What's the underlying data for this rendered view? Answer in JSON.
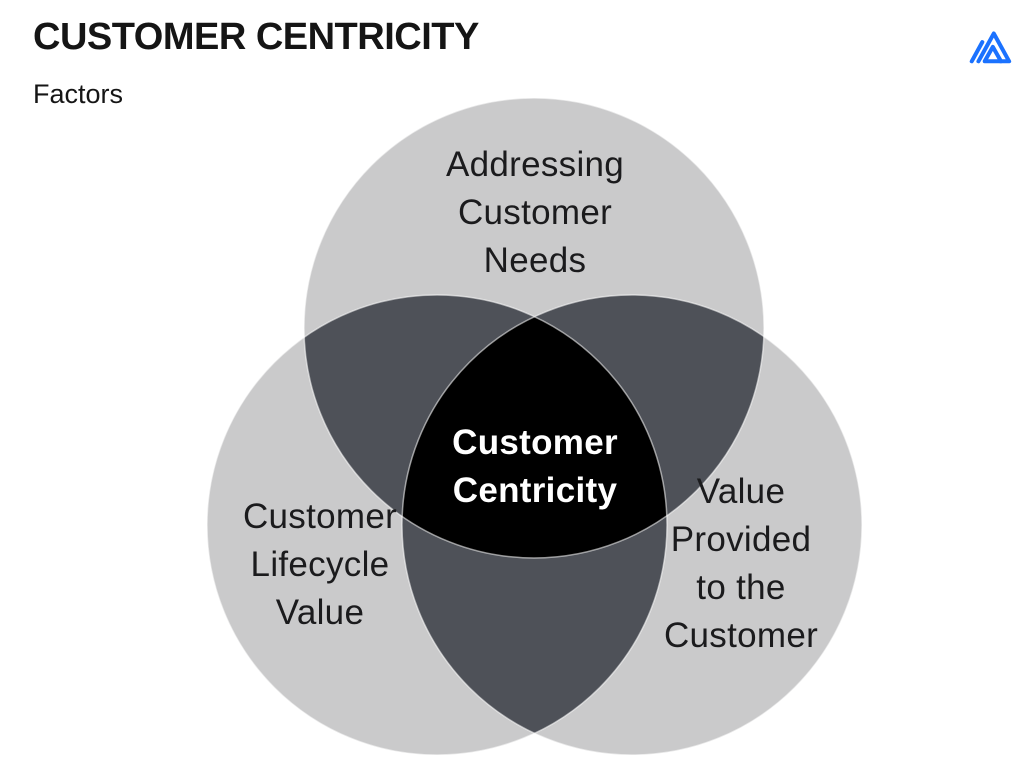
{
  "header": {
    "title": "CUSTOMER CENTRICITY",
    "subtitle": "Factors"
  },
  "logo": {
    "name": "mountain-logo",
    "color": "#1b72ff"
  },
  "venn": {
    "type": "venn-diagram",
    "colors": {
      "single": "#cacacb",
      "pair": "#4e5158",
      "triple": "#000000",
      "outline": "rgba(255,255,255,0.55)"
    },
    "sets": [
      {
        "id": "top",
        "lines": [
          "Addressing",
          "Customer",
          "Needs"
        ]
      },
      {
        "id": "bottom-left",
        "lines": [
          "Customer",
          "Lifecycle",
          "Value"
        ]
      },
      {
        "id": "bottom-right",
        "lines": [
          "Value",
          "Provided",
          "to the",
          "Customer"
        ]
      }
    ],
    "center": {
      "lines": [
        "Customer",
        "Centricity"
      ]
    }
  }
}
